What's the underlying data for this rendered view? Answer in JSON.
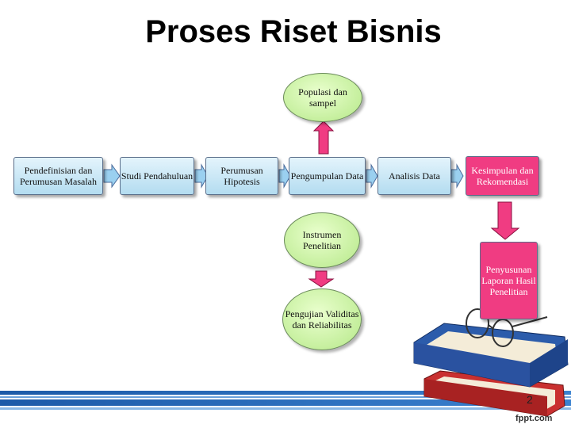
{
  "title": "Proses Riset Bisnis",
  "flow": {
    "step1": "Pendefinisian dan Perumusan Masalah",
    "step2": "Studi Pendahuluan",
    "step3": "Perumusan Hipotesis",
    "step4": "Pengumpulan Data",
    "step5": "Analisis Data",
    "step6": "Kesimpulan dan Rekomendasi"
  },
  "populasi": "Populasi dan sampel",
  "instrumen": "Instrumen Penelitian",
  "pengujian": "Pengujian Validitas dan Reliabilitas",
  "laporan": "Penyusunan Laporan Hasil Penelitian",
  "page_number": "2",
  "footer_logo": "fppt.com",
  "colors": {
    "box_blue": "#cdeaf8",
    "ellipse_green": "#c8f0a0",
    "accent_pink": "#f03c82",
    "footer_blue": "#1c5aa8"
  }
}
